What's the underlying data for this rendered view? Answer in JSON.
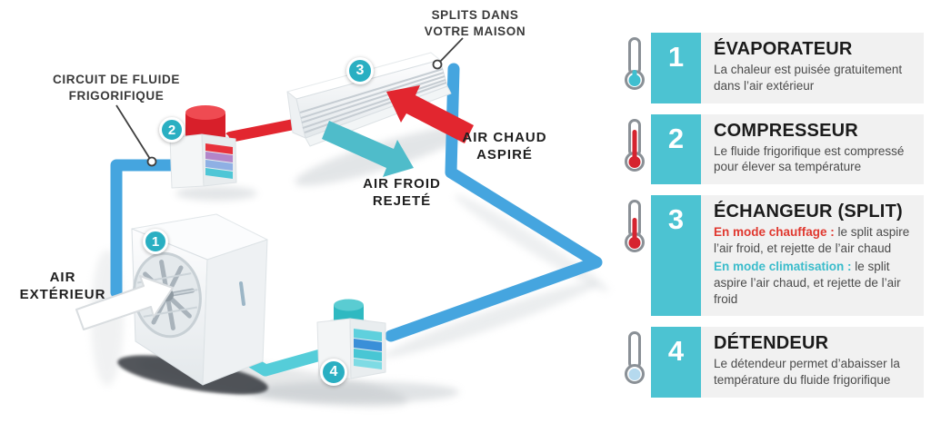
{
  "diagram": {
    "labels": {
      "splits": "SPLITS DANS\nVOTRE MAISON",
      "circuit": "CIRCUIT DE FLUIDE\nFRIGORIFIQUE",
      "air_chaud": "AIR CHAUD\nASPIRÉ",
      "air_froid": "AIR FROID\nREJETÉ",
      "air_exterieur": "AIR\nEXTÉRIEUR"
    },
    "badges": [
      "1",
      "2",
      "3",
      "4"
    ]
  },
  "legend": {
    "items": [
      {
        "number": "1",
        "title": "ÉVAPORATEUR",
        "description": "La chaleur est puisée gratuitement dans l’air extérieur",
        "thermo": {
          "color": "#3fbfd0",
          "fill": "8px"
        }
      },
      {
        "number": "2",
        "title": "COMPRESSEUR",
        "description": "Le fluide frigorifique est compressé pour élever sa température",
        "thermo": {
          "color": "#d6242f",
          "fill": "32px"
        }
      },
      {
        "number": "3",
        "title": "ÉCHANGEUR (SPLIT)",
        "heating_label": "En mode chauffage :",
        "heating_text": " le split aspire l’air froid, et rejette de l’air chaud",
        "cooling_label": "En mode climatisation :",
        "cooling_text": " le split aspire l’air chaud, et rejette de l’air froid",
        "thermo": {
          "color": "#d6242f",
          "fill": "24px"
        }
      },
      {
        "number": "4",
        "title": "DÉTENDEUR",
        "description": "Le détendeur permet d’abaisser la température du fluide frigorifique",
        "thermo": {
          "color": "#b5d9ee",
          "fill": "3px"
        }
      }
    ]
  },
  "colors": {
    "pipe_blue": "#45a5df",
    "pipe_teal": "#55cdd9",
    "hot_red": "#e2262f",
    "cold_arrow_teal": "#4fbcca",
    "badge_teal": "#2aafc2",
    "legend_square_teal": "#4cc3d2",
    "panel_gray": "#f1f1f1",
    "heating_text_red": "#e0382f",
    "cooling_text_teal": "#3bbccb"
  }
}
